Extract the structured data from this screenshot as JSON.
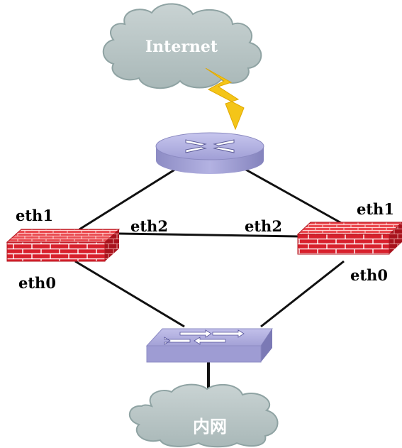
{
  "clouds": {
    "internet": "Internet",
    "intranet": "内网"
  },
  "firewall_left": {
    "top_iface": "eth1",
    "link_iface": "eth2",
    "bottom_iface": "eth0"
  },
  "firewall_right": {
    "top_iface": "eth1",
    "link_iface": "eth2",
    "bottom_iface": "eth0"
  },
  "colors": {
    "cloud": "#b9c6c6",
    "cloud_edge": "#8fa3a3",
    "router": "#a7a6d8",
    "switch": "#a8a6d6",
    "firewall": "#d9232e",
    "lightning": "#f4c518",
    "link": "#111111"
  }
}
